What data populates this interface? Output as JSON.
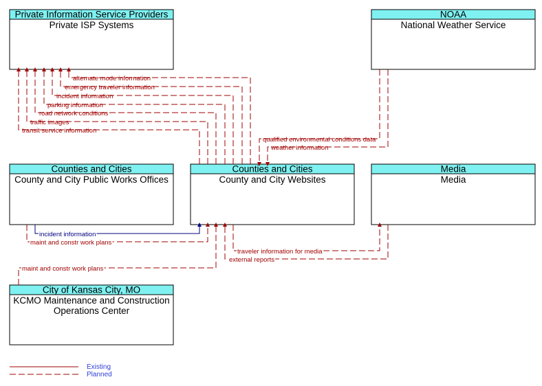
{
  "colors": {
    "header_fill": "#7ff1f1",
    "planned": "#a00000",
    "existing_flow": "#00007f",
    "legend": "#2f3fd8"
  },
  "boxes": {
    "isp": {
      "header": "Private Information Service Providers",
      "body": [
        "Private ISP Systems"
      ]
    },
    "noaa": {
      "header": "NOAA",
      "body": [
        "National Weather Service"
      ]
    },
    "pw": {
      "header": "Counties and Cities",
      "body": [
        "County and City Public Works Offices"
      ]
    },
    "web": {
      "header": "Counties and Cities",
      "body": [
        "County and City Websites"
      ]
    },
    "media": {
      "header": "Media",
      "body": [
        "Media"
      ]
    },
    "kcmo": {
      "header": "City of Kansas City, MO",
      "body": [
        "KCMO Maintenance and Construction",
        "Operations Center"
      ]
    }
  },
  "flows": {
    "alternate_mode": "alternate mode information",
    "emergency_traveler": "emergency traveler information",
    "incident_isp": "incident information",
    "parking": "parking information",
    "road_network": "road network conditions",
    "traffic_images": "traffic images",
    "transit_service": "transit service information",
    "qualified_env": "qualified environmental conditions data",
    "weather": "weather information",
    "incident_pw": "incident information",
    "maint_pw": "maint and constr work plans",
    "traveler_media": "traveler information for media",
    "external_reports": "external reports",
    "maint_kcmo": "maint and constr work plans"
  },
  "legend": {
    "existing": "Existing",
    "planned": "Planned"
  }
}
